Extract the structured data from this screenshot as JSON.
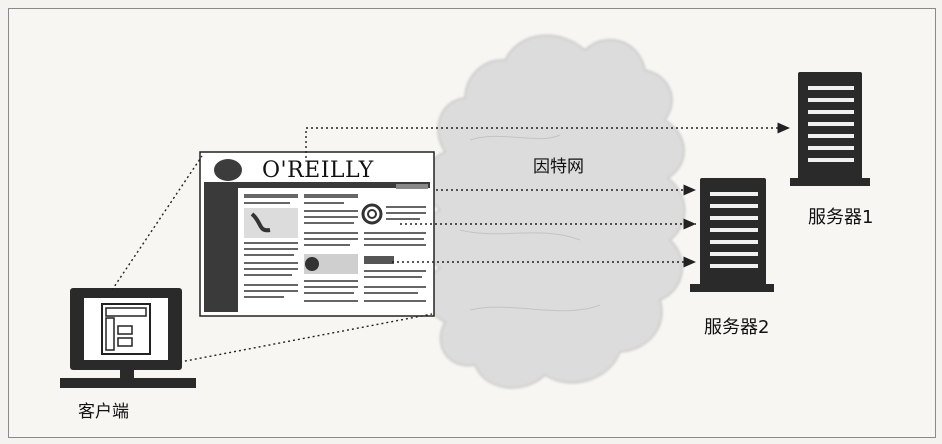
{
  "diagram": {
    "internet_label": "因特网",
    "server1_label": "服务器1",
    "server2_label": "服务器2",
    "client_label": "客户端",
    "webpage_logo": "O'REILLY"
  },
  "colors": {
    "line": "#222222",
    "cloud": "#d9d9d9",
    "server": "#2a2a2a",
    "page_dark": "#3a3a3a"
  }
}
